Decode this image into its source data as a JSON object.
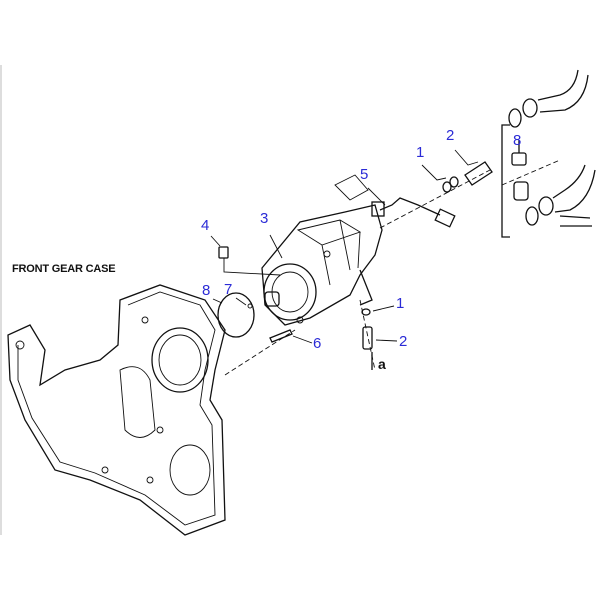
{
  "diagram": {
    "caption": "FRONT GEAR CASE",
    "reference_mark": "a",
    "callouts": [
      {
        "id": "c1-top",
        "label": "1"
      },
      {
        "id": "c2-top",
        "label": "2"
      },
      {
        "id": "c8-top",
        "label": "8"
      },
      {
        "id": "c5",
        "label": "5"
      },
      {
        "id": "c4",
        "label": "4"
      },
      {
        "id": "c3",
        "label": "3"
      },
      {
        "id": "c8-left",
        "label": "8"
      },
      {
        "id": "c7",
        "label": "7"
      },
      {
        "id": "c1-bottom",
        "label": "1"
      },
      {
        "id": "c2-bottom",
        "label": "2"
      },
      {
        "id": "c6",
        "label": "6"
      }
    ],
    "label_color": "#2b2bd6"
  }
}
